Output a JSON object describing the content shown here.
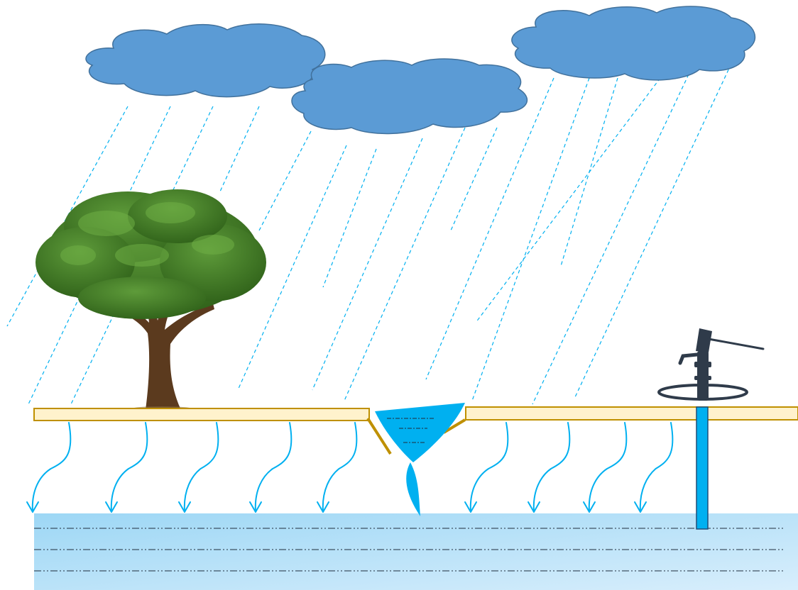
{
  "diagram": {
    "colors": {
      "cloud_fill": "#5B9BD5",
      "cloud_stroke": "#41719C",
      "rain": "#00B0F0",
      "ground_fill": "#FFF2CC",
      "ground_stroke": "#BF9000",
      "pond_water": "#00B0F0",
      "infiltration_arrow": "#00B0F0",
      "aquifer_top": "#9DD7F5",
      "aquifer_bottom": "#D5ECFC",
      "aquifer_line": "#1F2D3D",
      "pipe": "#00B0F0",
      "pump": "#2F3B4A",
      "tree_canopy": "#3E7A25",
      "tree_trunk": "#5B3A1E"
    },
    "elements": [
      "clouds",
      "rain",
      "tree",
      "ground-surface",
      "depression-pond",
      "infiltration-arrows",
      "groundwater-aquifer",
      "hand-pump-well"
    ],
    "labels": []
  }
}
